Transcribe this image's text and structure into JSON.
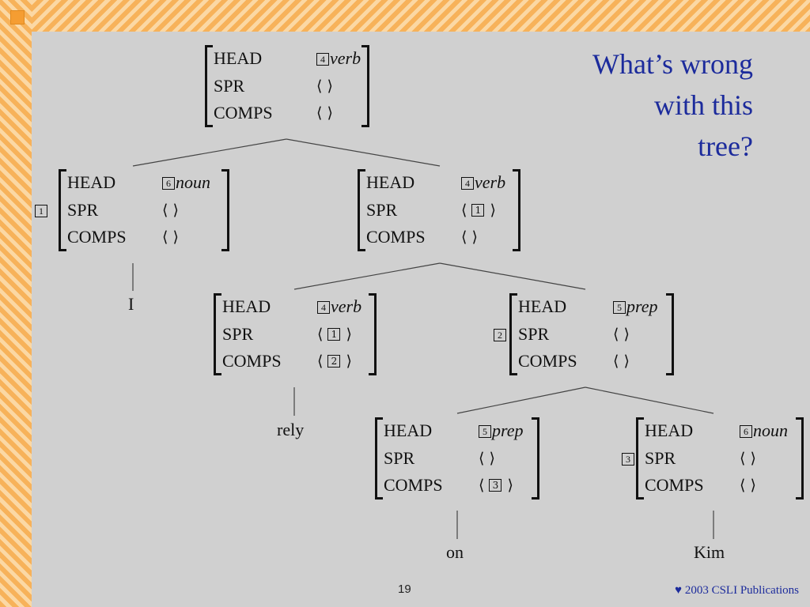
{
  "slide": {
    "title_lines": [
      "What’s wrong",
      "with this",
      "tree?"
    ],
    "page_number": "19",
    "copyright": "♥ 2003 CSLI Publications"
  },
  "nodes": {
    "root": {
      "head_tag": "4",
      "head_type": "verb",
      "spr": "⟨ ⟩",
      "comps": "⟨ ⟩",
      "tag": ""
    },
    "np": {
      "head_tag": "6",
      "head_type": "noun",
      "spr": "⟨ ⟩",
      "comps": "⟨ ⟩",
      "tag": "1"
    },
    "vp": {
      "head_tag": "4",
      "head_type": "verb",
      "spr_tag": "1",
      "comps": "⟨ ⟩",
      "tag": ""
    },
    "v": {
      "head_tag": "4",
      "head_type": "verb",
      "spr_tag": "1",
      "comps_tag": "2",
      "tag": ""
    },
    "pp": {
      "head_tag": "5",
      "head_type": "prep",
      "spr": "⟨ ⟩",
      "comps": "⟨ ⟩",
      "tag": "2"
    },
    "p": {
      "head_tag": "5",
      "head_type": "prep",
      "spr": "⟨ ⟩",
      "comps_tag": "3",
      "tag": ""
    },
    "np2": {
      "head_tag": "6",
      "head_type": "noun",
      "spr": "⟨ ⟩",
      "comps": "⟨ ⟩",
      "tag": "3"
    }
  },
  "labels": {
    "head": "HEAD",
    "spr": "SPR",
    "comps": "COMPS"
  },
  "words": {
    "i": "I",
    "rely": "rely",
    "on": "on",
    "kim": "Kim"
  }
}
